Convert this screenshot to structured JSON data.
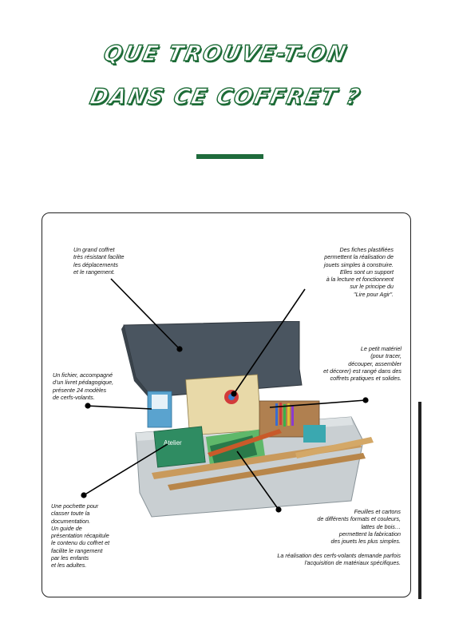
{
  "title": {
    "line1": "QUE TROUVE-T-ON",
    "line2": "DANS CE COFFRET ?"
  },
  "photo": {
    "lid_label": "",
    "sheet_label": "Atelier"
  },
  "annotations": {
    "coffret": "Un grand coffret\ntrès résistant facilite\nles déplacements\net le rangement.",
    "fiches": "Des fiches plastifiées\npermettent la réalisation de\njouets simples à construire.\nElles sont un support\nà la lecture et fonctionnent\nsur le principe du\n\"Lire pour Agir\".",
    "materiel": "Le petit matériel\n(pour tracer,\ndécouper, assembler\net décorer) est rangé dans des\ncoffrets pratiques et solides.",
    "fichier": "Un fichier, accompagné\nd'un livret pédagogique,\nprésente 24 modèles\nde cerfs-volants.",
    "pochette": "Une pochette pour\nclasser toute la\ndocumentation.\nUn guide de\nprésentation récapitule\nle contenu du coffret et\nfacilite le rangement\npar les enfants\net les adultes.",
    "feuilles": "Feuilles et cartons\nde différents formats et couleurs,\nlattes de bois…\npermettent la fabrication\ndes jouets les plus simples.",
    "cerfs_volants": "La réalisation des cerfs-volants demande parfois\nl'acquisition de matériaux spécifiques."
  },
  "colors": {
    "title_green": "#1c6b36",
    "rule_green": "#1f6b3c",
    "lid": "#4a5560",
    "box": "#c9cfd2"
  }
}
